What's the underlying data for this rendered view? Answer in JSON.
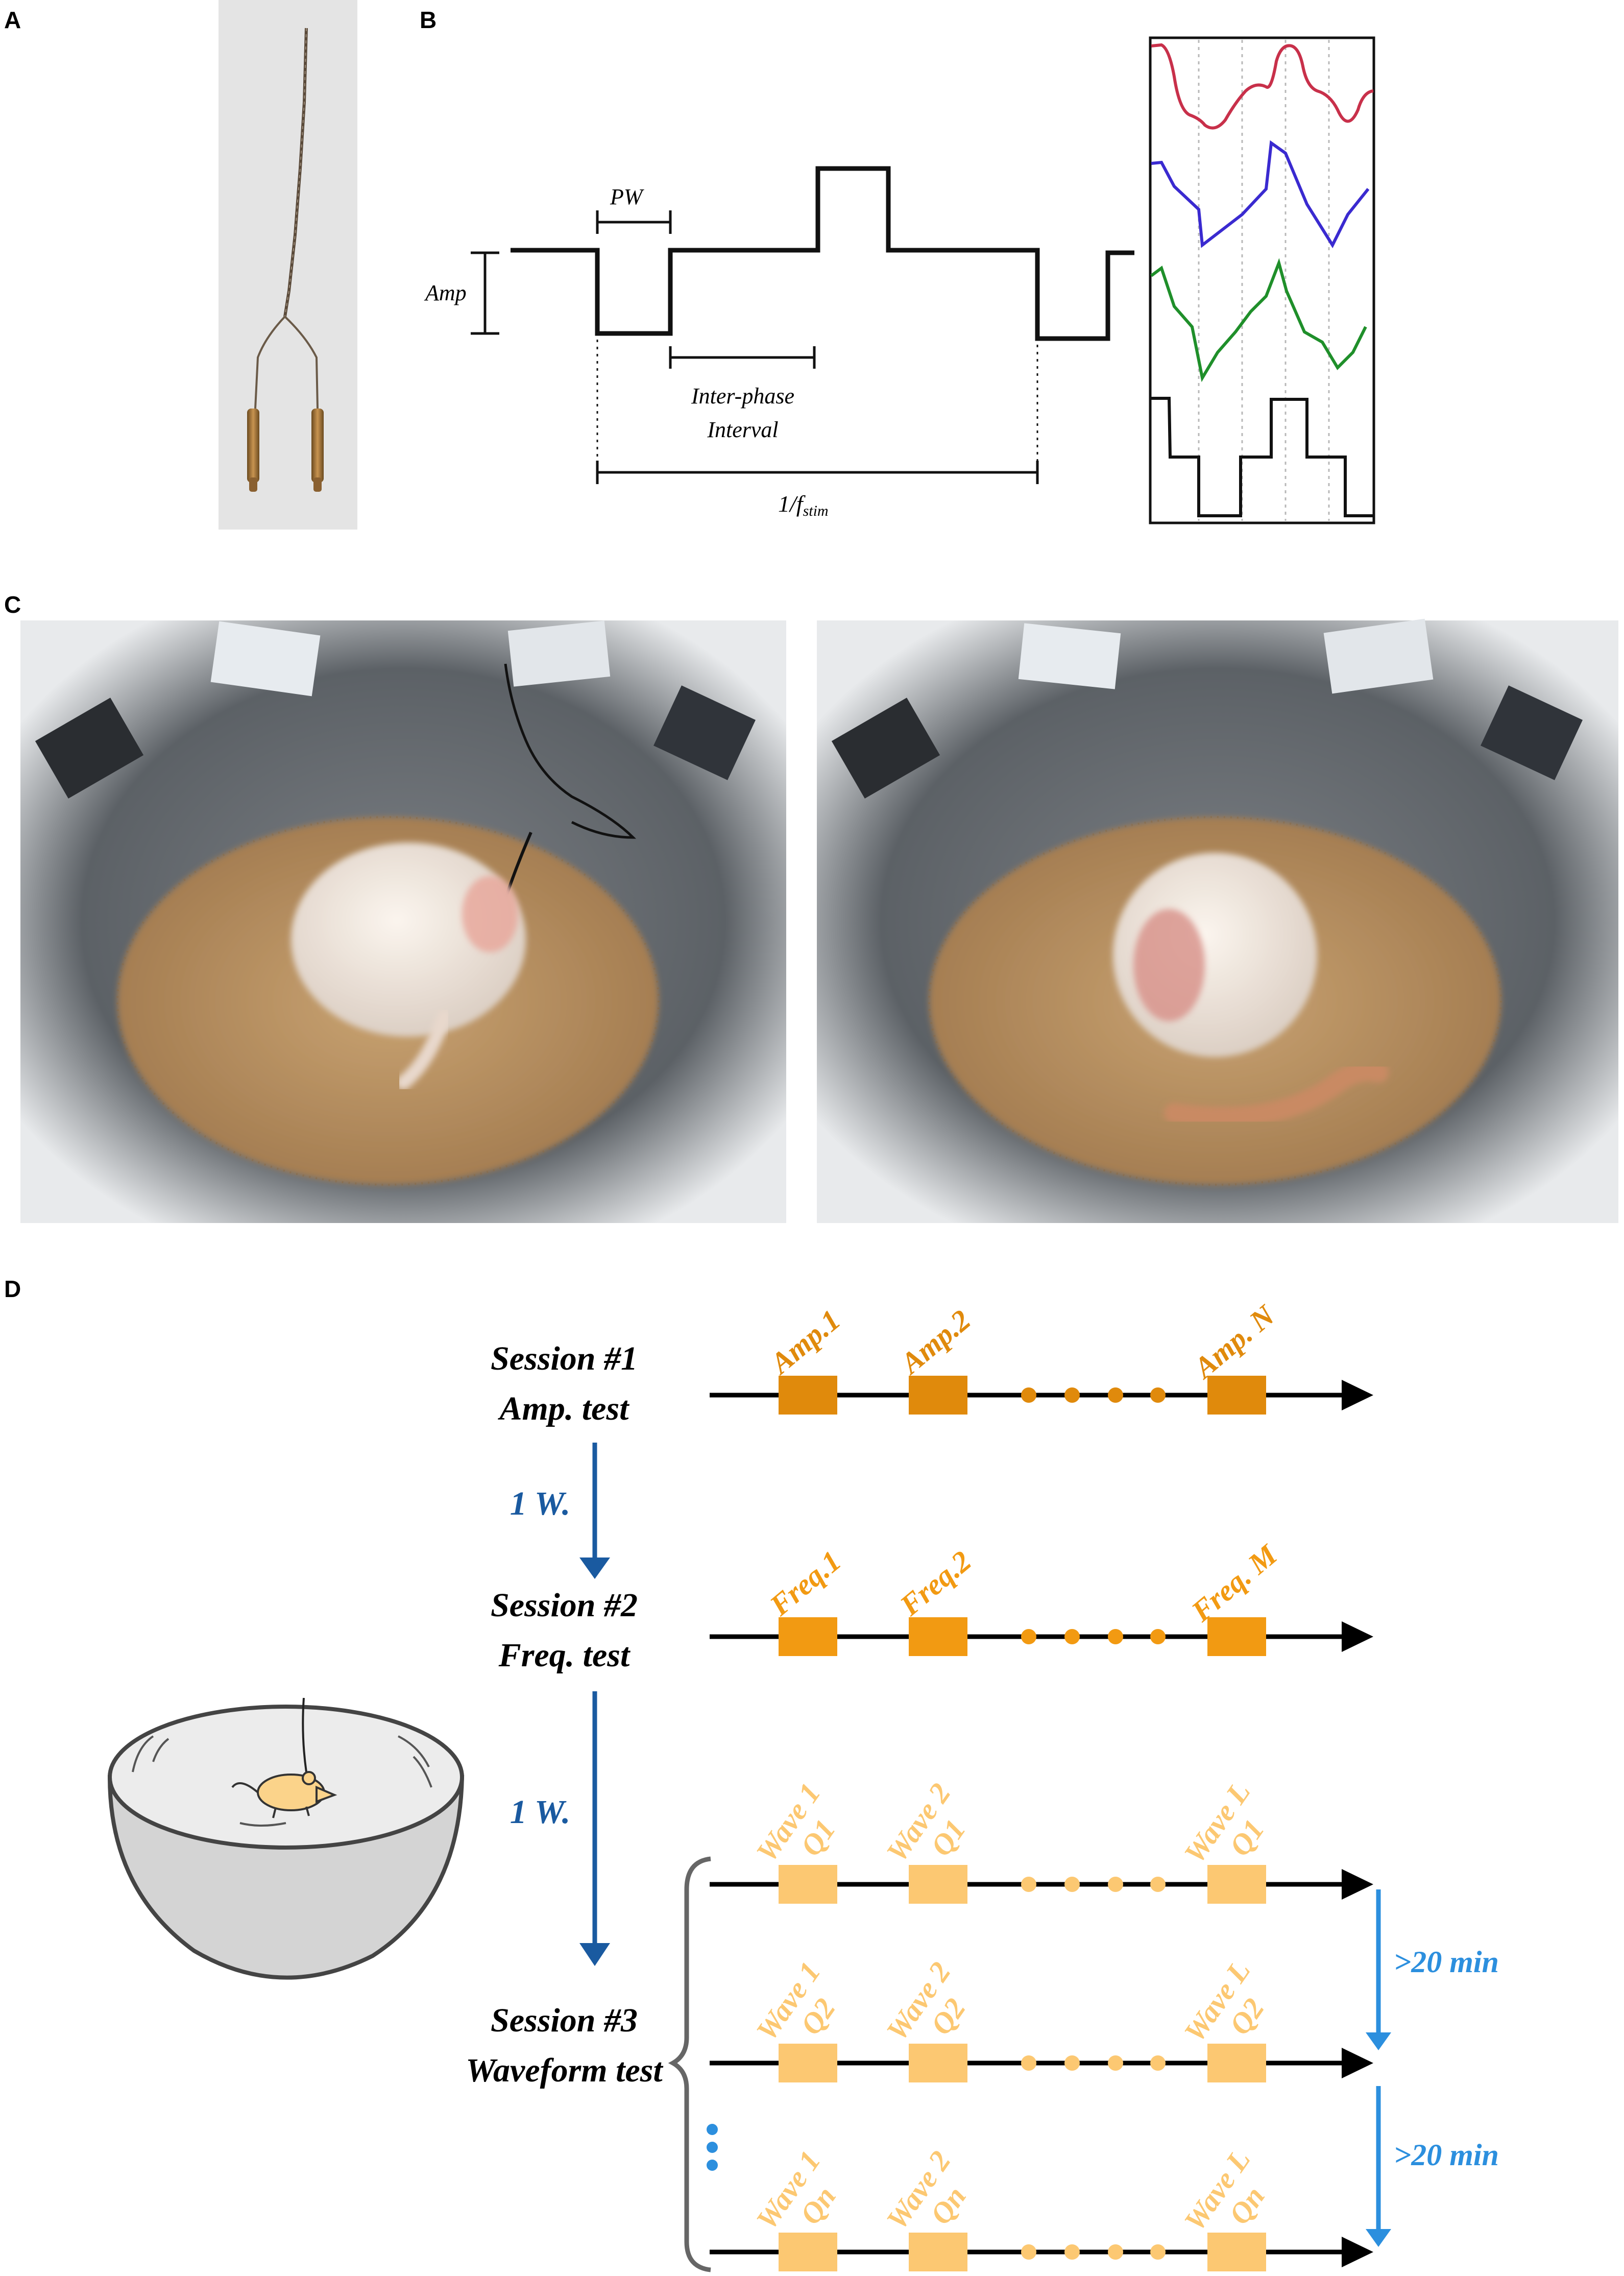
{
  "panels": {
    "a": "A",
    "b": "B",
    "c": "C",
    "d": "D"
  },
  "panel_b": {
    "pw": "PW",
    "amp": "Amp",
    "interphase_1": "Inter-phase",
    "interphase_2": "Interval",
    "period_main": "1/f",
    "period_sub": "stim"
  },
  "panel_d": {
    "session1_title": "Session #1",
    "session1_sub": "Amp. test",
    "session1_labels": [
      "Amp.1",
      "Amp.2",
      "Amp. N"
    ],
    "session2_title": "Session #2",
    "session2_sub": "Freq. test",
    "session2_labels": [
      "Freq.1",
      "Freq.2",
      "Freq. M"
    ],
    "gap1": "1 W.",
    "gap2": "1 W.",
    "session3_title": "Session #3",
    "session3_sub": "Waveform test",
    "wave_labels": [
      "Wave 1",
      "Wave 2",
      "Wave L"
    ],
    "q_labels": [
      "Q1",
      "Q2",
      "Qn"
    ],
    "rest1": ">20 min",
    "rest2": ">20 min"
  },
  "colors": {
    "amp_orange": "#e08a0c",
    "freq_orange": "#f29a12",
    "wave_light": "#fcc872",
    "arrow_blue": "#1a5aa0",
    "rest_blue": "#2c8fde",
    "red_wave": "#c8304a",
    "blue_wave": "#3a2ad0",
    "green_wave": "#1f8f2a",
    "black_wave": "#111111"
  }
}
